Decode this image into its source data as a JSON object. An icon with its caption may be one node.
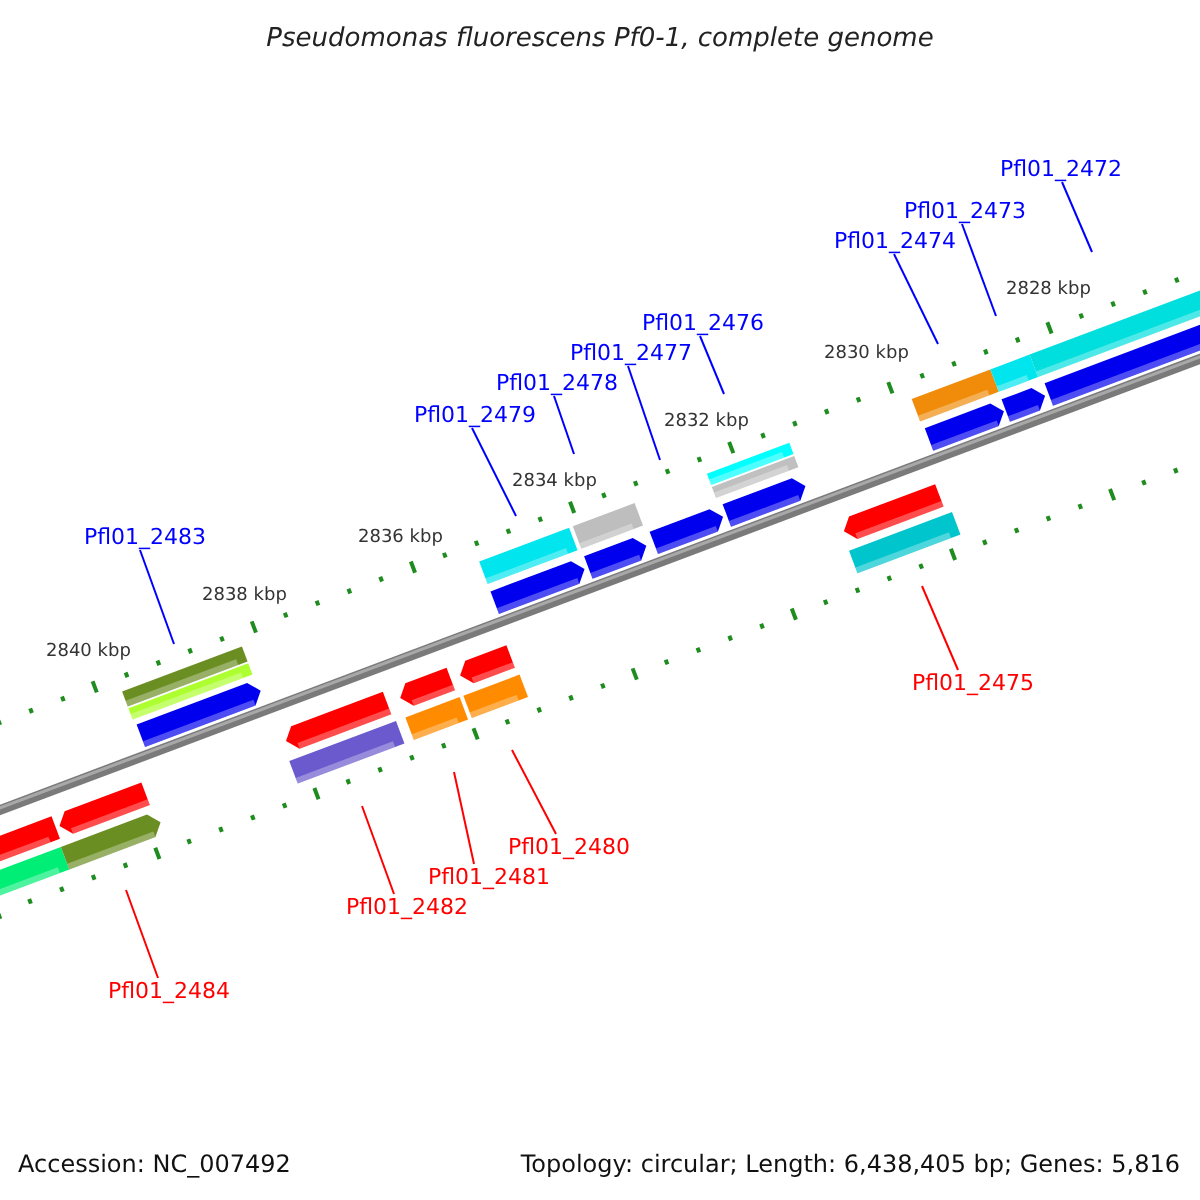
{
  "diagram": {
    "title": "Pseudomonas fluorescens Pf0-1, complete genome",
    "nodes": [
      {
        "text": [
          "Pfl01_2472"
        ]
      },
      {
        "text": [
          "Pfl01_2473"
        ]
      },
      {
        "text": [
          "Pfl01_2474"
        ]
      },
      {
        "text": [
          "Pfl01_2476"
        ]
      },
      {
        "text": [
          "Pfl01_2477"
        ]
      },
      {
        "text": [
          "Pfl01_2478"
        ]
      },
      {
        "text": [
          "Pfl01_2479"
        ]
      },
      {
        "text": [
          "Pfl01_2483"
        ]
      },
      {
        "text": [
          "Pfl01_2475"
        ]
      },
      {
        "text": [
          "Pfl01_2480"
        ]
      },
      {
        "text": [
          "Pfl01_2481"
        ]
      },
      {
        "text": [
          "Pfl01_2482"
        ]
      },
      {
        "text": [
          "Pfl01_2484"
        ]
      }
    ],
    "edges": [
      {
        "from": 0,
        "to": null,
        "arrow": "none"
      },
      {
        "from": 1,
        "to": null,
        "arrow": "none"
      },
      {
        "from": 2,
        "to": null,
        "arrow": "none"
      },
      {
        "from": 3,
        "to": null,
        "arrow": "none"
      },
      {
        "from": 4,
        "to": null,
        "arrow": "none"
      },
      {
        "from": 5,
        "to": null,
        "arrow": "none"
      },
      {
        "from": 6,
        "to": null,
        "arrow": "none"
      },
      {
        "from": 7,
        "to": null,
        "arrow": "none"
      },
      {
        "from": 8,
        "to": null,
        "arrow": "none",
        "color": "#ff0000"
      },
      {
        "from": 9,
        "to": null,
        "arrow": "none",
        "color": "#ff0000"
      },
      {
        "from": 10,
        "to": null,
        "arrow": "none",
        "color": "#ff0000"
      },
      {
        "from": 11,
        "to": null,
        "arrow": "none",
        "color": "#ff0000"
      },
      {
        "from": 12,
        "to": null,
        "arrow": "none",
        "color": "#ff0000"
      }
    ],
    "labels": [
      "2828 kbp",
      "2830 kbp",
      "2832 kbp",
      "2834 kbp",
      "2836 kbp",
      "2838 kbp",
      "2840 kbp",
      "Accession: NC_007492",
      "Topology: circular; Length: 6,438,405 bp; Genes: 5,816"
    ]
  }
}
